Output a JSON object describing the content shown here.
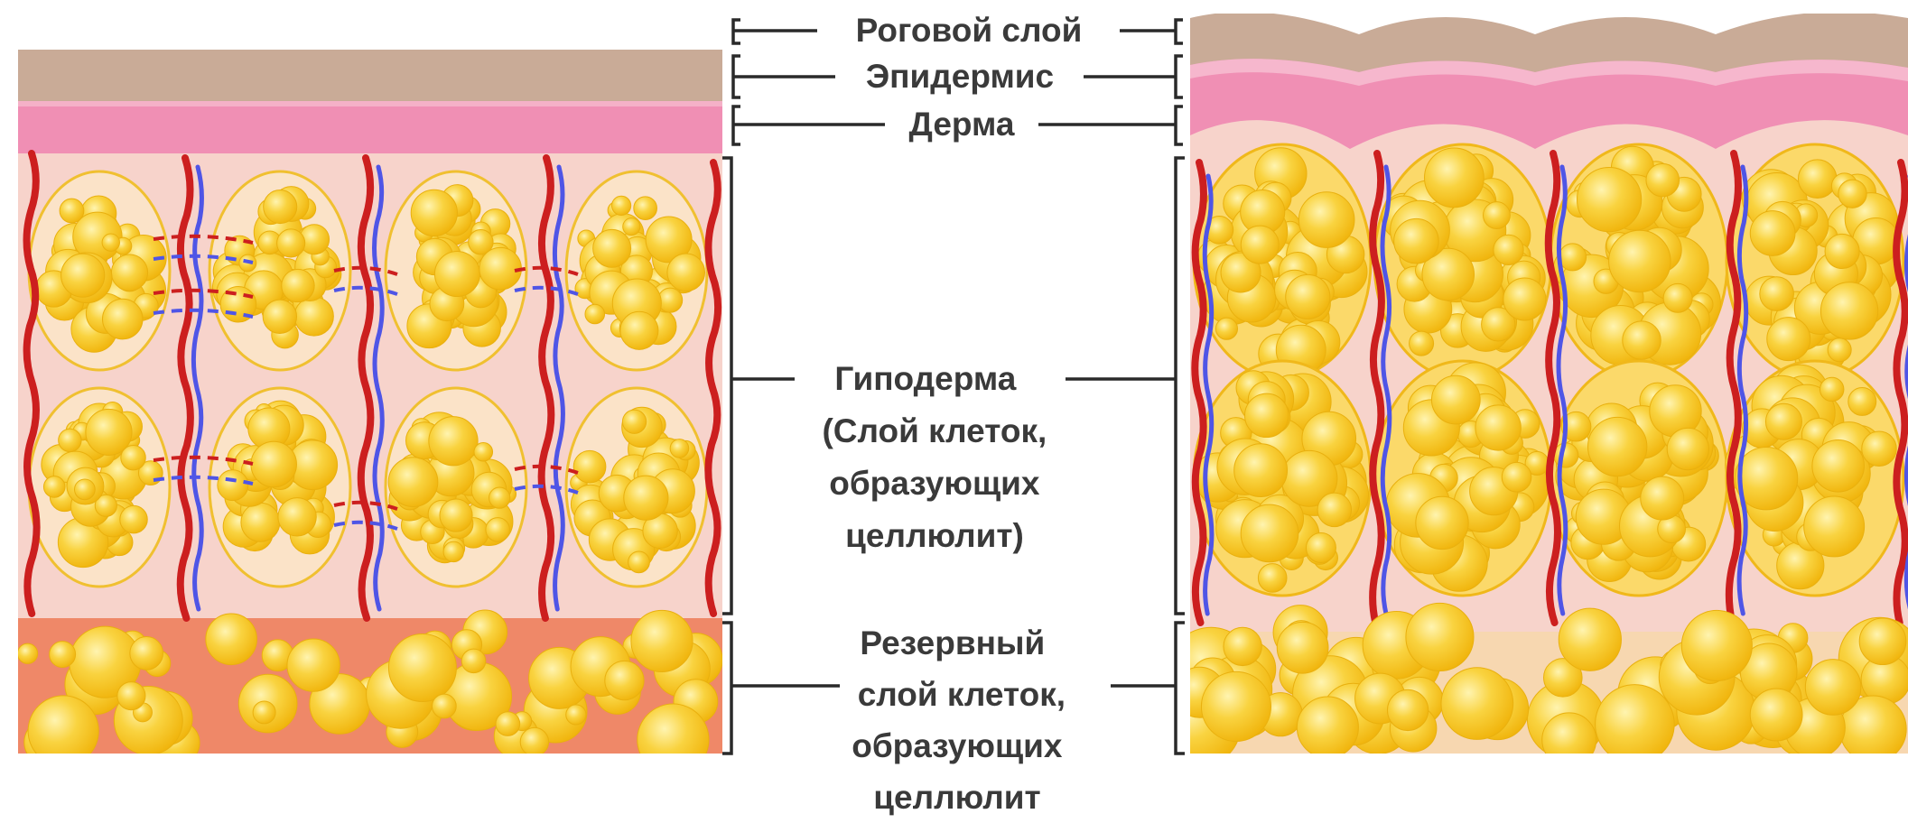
{
  "labels": {
    "stratum_corneum": "Роговой слой",
    "epidermis": "Эпидермис",
    "dermis": "Дерма",
    "hypodermis": [
      "Гиподерма",
      "(Слой клеток,",
      "образующих",
      "целлюлит)"
    ],
    "reserve": [
      "Резервный",
      "слой клеток,",
      "образующих",
      "целлюлит"
    ]
  },
  "colors": {
    "stratum_corneum": "#c9ab97",
    "epidermis": "#f08fb4",
    "dermis": "#f7d3cb",
    "reserve_band": "#ef8868",
    "fat": "#f7c21c",
    "fat_highlight": "#fff2a6",
    "artery": "#cc1f1f",
    "vein": "#4f55e6",
    "bracket": "#2a2a2a"
  },
  "panels": [
    {
      "id": "normal-skin",
      "state": "normal"
    },
    {
      "id": "cellulite-skin",
      "state": "cellulite"
    }
  ]
}
